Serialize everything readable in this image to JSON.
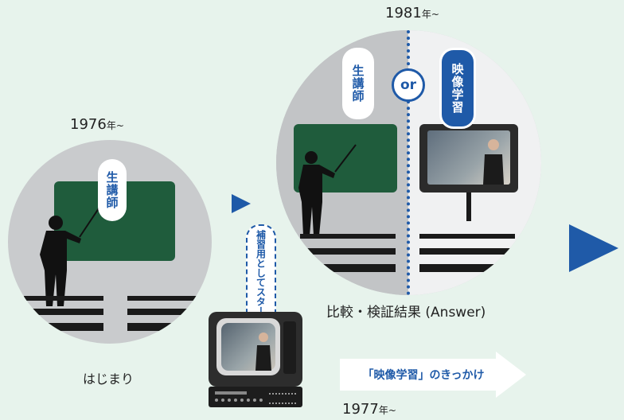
{
  "stage1": {
    "year": "1976",
    "year_suffix": "年~",
    "teacher_label": "生講師",
    "caption": "はじまり"
  },
  "stage2": {
    "year": "1981",
    "year_suffix": "年~",
    "teacher_label": "生講師",
    "or_label": "or",
    "video_label": "映像学習",
    "caption": "比較・検証結果 (Answer)"
  },
  "supplement": {
    "tag_label": "補習用としてスタート",
    "year": "1977",
    "year_suffix": "年~"
  },
  "trigger_arrow": {
    "label": "「映像学習」のきっかけ"
  },
  "colors": {
    "accent_blue": "#1f5aa8",
    "background": "#e7f3ec",
    "board_green": "#1f5c3c"
  }
}
